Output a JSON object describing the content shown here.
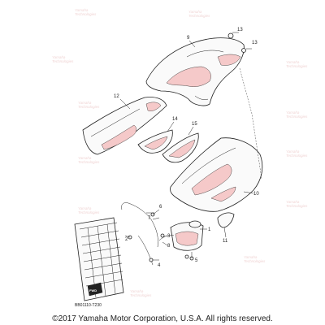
{
  "diagram": {
    "callouts": [
      {
        "id": "c1",
        "text": "1"
      },
      {
        "id": "c2",
        "text": "2"
      },
      {
        "id": "c3",
        "text": "3"
      },
      {
        "id": "c4",
        "text": "4"
      },
      {
        "id": "c5",
        "text": "5"
      },
      {
        "id": "c6",
        "text": "6"
      },
      {
        "id": "c7",
        "text": "7"
      },
      {
        "id": "c8",
        "text": "8"
      },
      {
        "id": "c9",
        "text": "9"
      },
      {
        "id": "c10",
        "text": "10"
      },
      {
        "id": "c11",
        "text": "11"
      },
      {
        "id": "c12",
        "text": "12"
      },
      {
        "id": "c13a",
        "text": "13"
      },
      {
        "id": "c13b",
        "text": "13"
      },
      {
        "id": "c14",
        "text": "14"
      },
      {
        "id": "c15",
        "text": "15"
      }
    ],
    "figure_code": "BB01110-T230",
    "fwd_label": "FWD",
    "watermark_line1": "Yamaha",
    "watermark_line2": "Technologies"
  },
  "footer": {
    "copyright": "©2017 Yamaha Motor Corporation, U.S.A. All rights reserved."
  },
  "colors": {
    "accent_shade": "#f5c9c9",
    "line": "#222222"
  }
}
